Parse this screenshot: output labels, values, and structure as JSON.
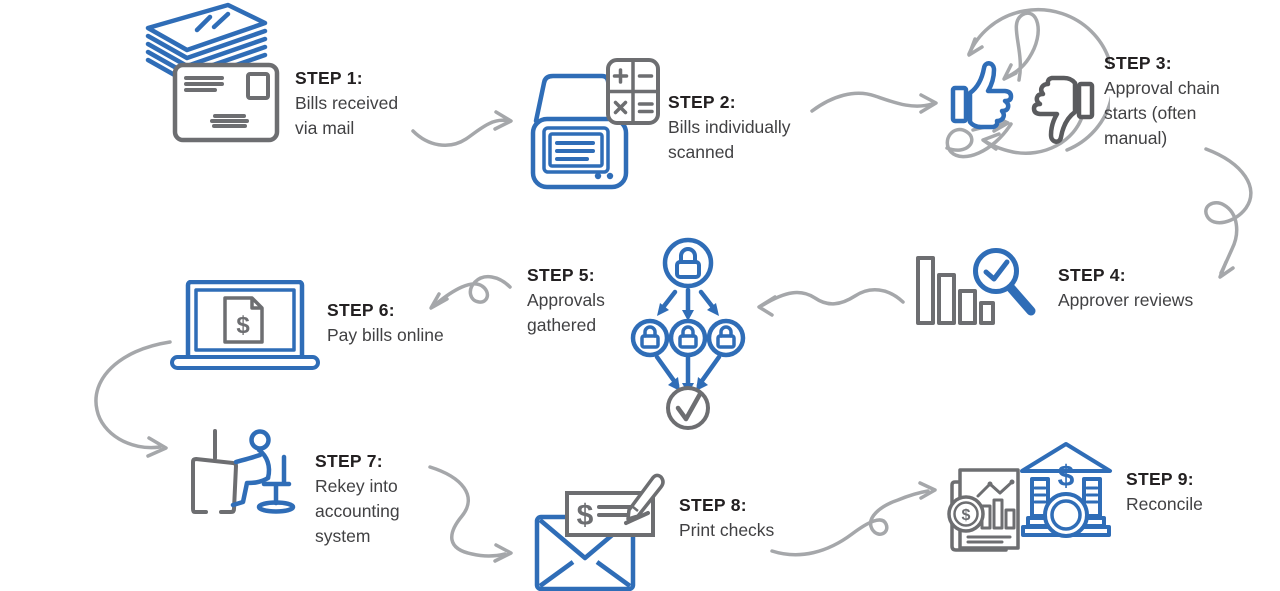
{
  "colors": {
    "blue": "#2f6db7",
    "icon_gray": "#6d6e71",
    "dark_gray": "#5a5b5e",
    "arrow_gray": "#a5a7aa",
    "text_dark": "#232021",
    "text_body": "#414143"
  },
  "glyphs": {
    "dollar": "$"
  },
  "steps": [
    {
      "label": "STEP 1:",
      "lines": [
        "Bills received",
        "via mail"
      ],
      "icon": "mail-stack-icon"
    },
    {
      "label": "STEP 2:",
      "lines": [
        "Bills individually",
        "scanned"
      ],
      "icon": "scanner-calculator-icon"
    },
    {
      "label": "STEP 3:",
      "lines": [
        "Approval chain",
        "starts (often",
        "manual)"
      ],
      "icon": "thumbs-up-down-icon"
    },
    {
      "label": "STEP 4:",
      "lines": [
        "Approver reviews"
      ],
      "icon": "chart-magnifier-icon"
    },
    {
      "label": "STEP 5:",
      "lines": [
        "Approvals",
        "gathered"
      ],
      "icon": "approval-hierarchy-icon"
    },
    {
      "label": "STEP 6:",
      "lines": [
        "Pay bills online"
      ],
      "icon": "laptop-dollar-icon"
    },
    {
      "label": "STEP 7:",
      "lines": [
        "Rekey into",
        "accounting",
        "system"
      ],
      "icon": "person-desk-icon"
    },
    {
      "label": "STEP 8:",
      "lines": [
        "Print checks"
      ],
      "icon": "check-envelope-pen-icon"
    },
    {
      "label": "STEP 9:",
      "lines": [
        "Reconcile"
      ],
      "icon": "bank-reconcile-icon"
    }
  ]
}
